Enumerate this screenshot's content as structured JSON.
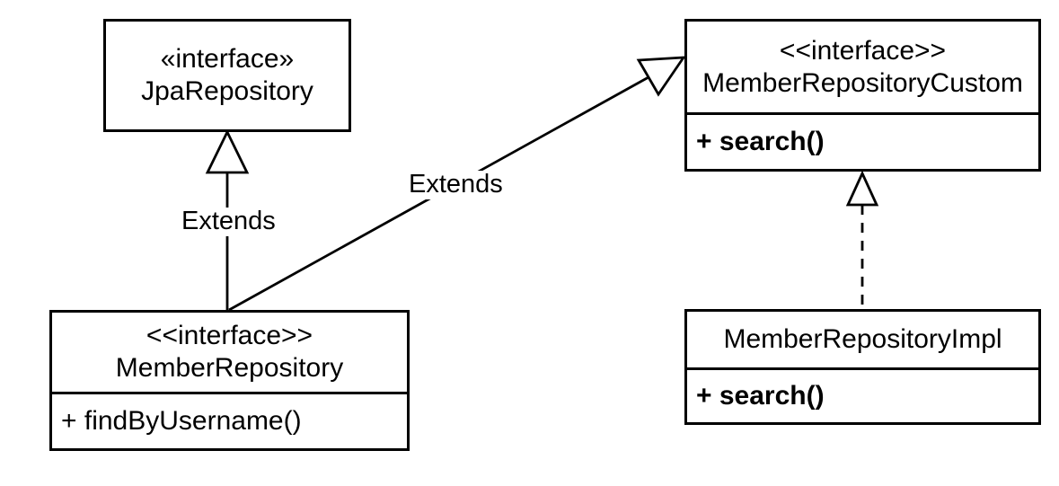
{
  "diagram": {
    "classes": {
      "jpa_repository": {
        "stereotype": "«interface»",
        "name": "JpaRepository"
      },
      "member_repository_custom": {
        "stereotype": "<<interface>>",
        "name": "MemberRepositoryCustom",
        "method": "+ search()"
      },
      "member_repository": {
        "stereotype": "<<interface>>",
        "name": "MemberRepository",
        "method": "+ findByUsername()"
      },
      "member_repository_impl": {
        "name": "MemberRepositoryImpl",
        "method": "+ search()"
      }
    },
    "labels": {
      "extends_vertical": "Extends",
      "extends_diagonal": "Extends"
    },
    "colors": {
      "stroke": "#000000",
      "background": "#ffffff"
    }
  }
}
